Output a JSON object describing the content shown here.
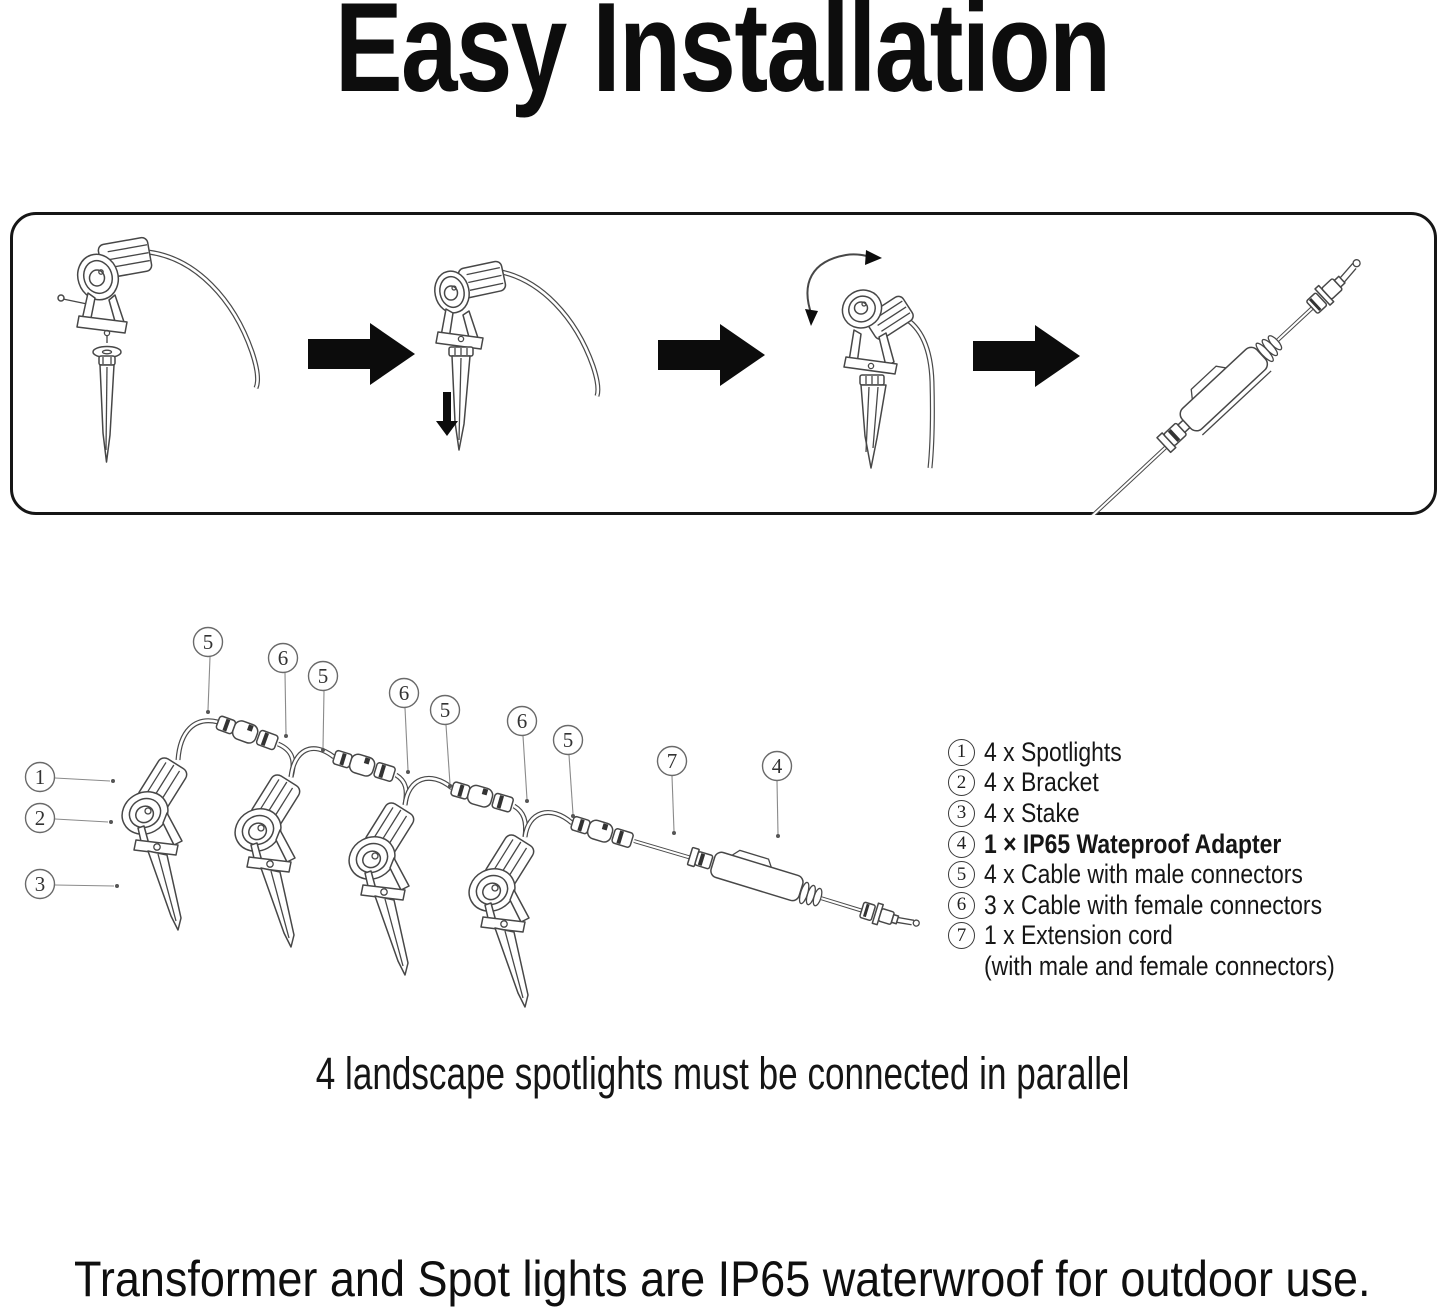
{
  "title": "Easy Installation",
  "diagram": {
    "callouts": [
      {
        "num": "5"
      },
      {
        "num": "6"
      },
      {
        "num": "5"
      },
      {
        "num": "6"
      },
      {
        "num": "5"
      },
      {
        "num": "6"
      },
      {
        "num": "5"
      },
      {
        "num": "7"
      },
      {
        "num": "4"
      },
      {
        "num": "1"
      },
      {
        "num": "2"
      },
      {
        "num": "3"
      }
    ],
    "caption": "4 landscape spotlights must be connected in parallel"
  },
  "parts_list": {
    "items": [
      {
        "num": "1",
        "label": "4 x Spotlights"
      },
      {
        "num": "2",
        "label": "4 x Bracket"
      },
      {
        "num": "3",
        "label": "4 x Stake"
      },
      {
        "num": "4",
        "label": "1 × IP65 Wateproof Adapter"
      },
      {
        "num": "5",
        "label": "4 x Cable with male connectors"
      },
      {
        "num": "6",
        "label": "3 x Cable with female connectors"
      },
      {
        "num": "7",
        "label": "1 x Extension cord"
      },
      {
        "num": "",
        "label": "(with male and female connectors)"
      }
    ]
  },
  "footer": "Transformer and Spot lights are IP65 waterwroof for outdoor use.",
  "colors": {
    "ink": "#0d0d0d",
    "line_art": "#474747",
    "leader": "#8a8a8a"
  }
}
